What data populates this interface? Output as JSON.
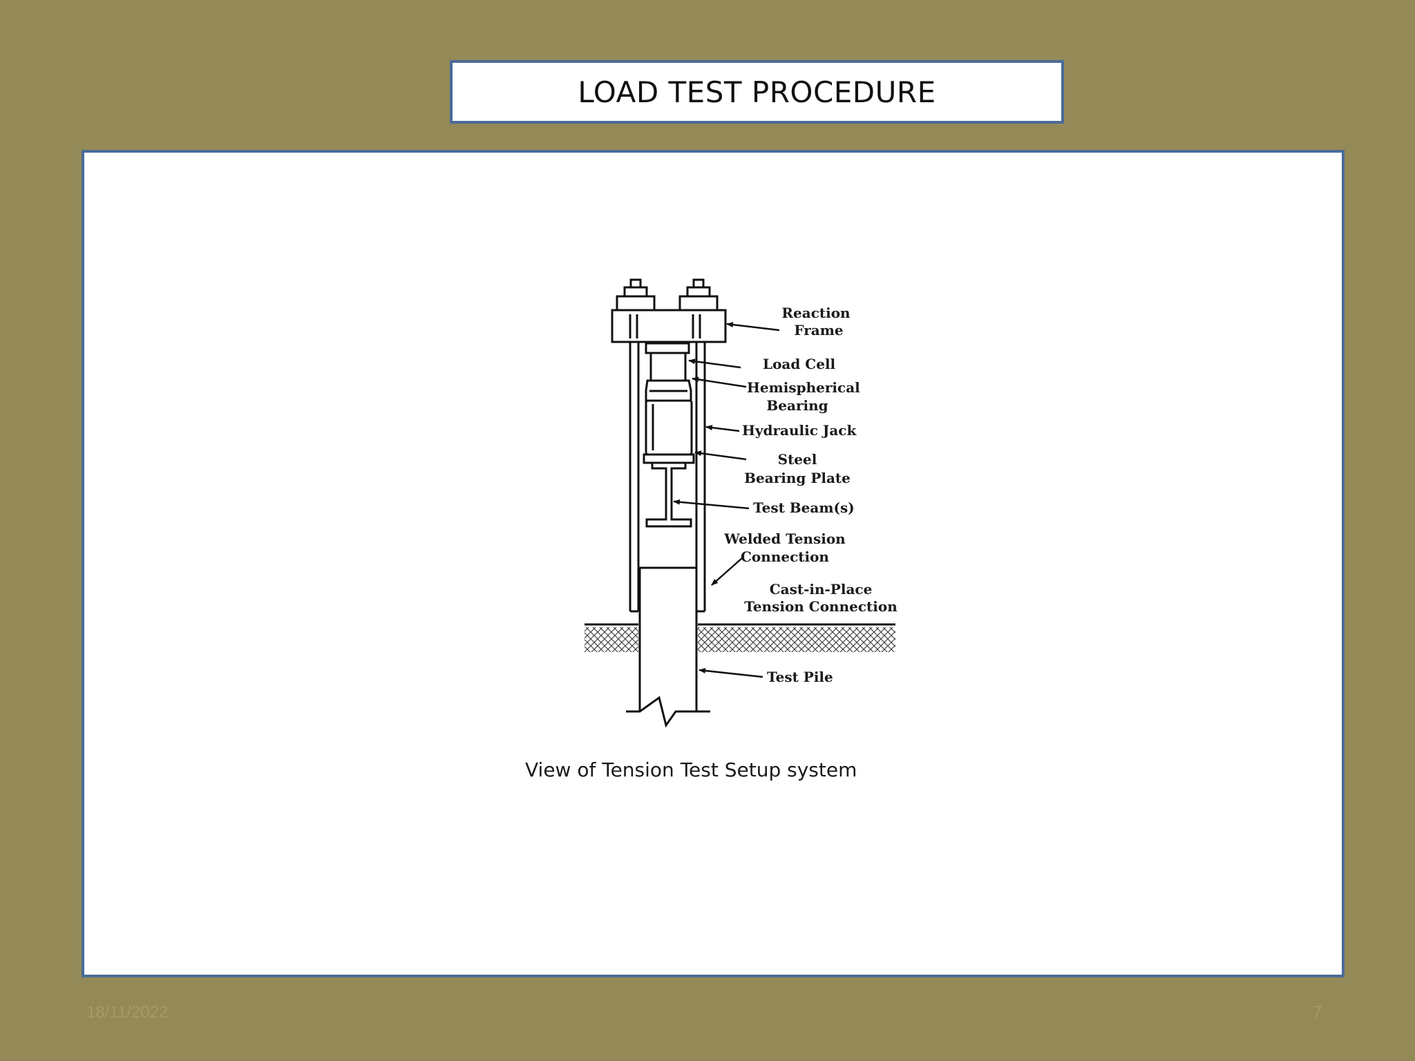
{
  "slide": {
    "title": "LOAD TEST PROCEDURE",
    "background_color": "#948a57",
    "border_color": "#4a6b9a",
    "footer_date": "18/11/2022",
    "page_number": "7"
  },
  "diagram": {
    "caption": "View of Tension Test Setup system",
    "callouts": {
      "reaction_frame_1": "Reaction",
      "reaction_frame_2": "Frame",
      "load_cell": "Load Cell",
      "hemispherical_1": "Hemispherical",
      "hemispherical_2": "Bearing",
      "hydraulic_jack": "Hydraulic Jack",
      "steel_plate_1": "Steel",
      "steel_plate_2": "Bearing Plate",
      "test_beam": "Test Beam(s)",
      "welded_1": "Welded Tension",
      "welded_2": "Connection",
      "cast_1": "Cast-in-Place",
      "cast_2": "Tension Connection",
      "test_pile": "Test Pile"
    }
  }
}
